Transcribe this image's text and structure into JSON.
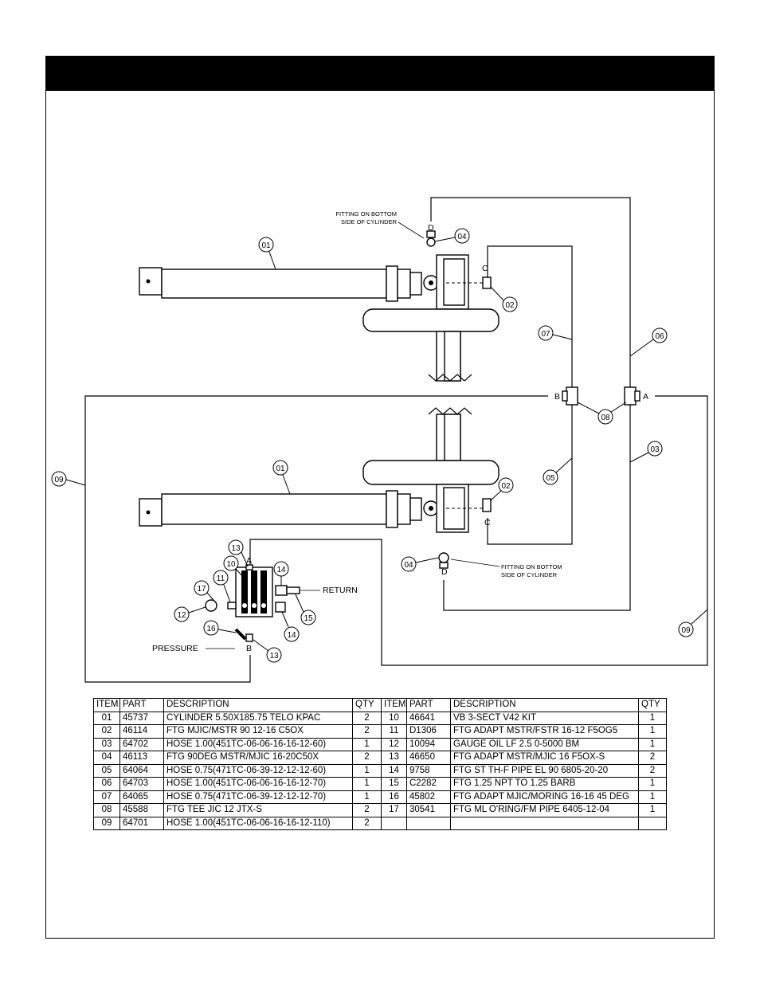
{
  "callouts": {
    "c01": "01",
    "c02": "02",
    "c03": "03",
    "c04": "04",
    "c05": "05",
    "c06": "06",
    "c07": "07",
    "c08": "08",
    "c09": "09",
    "c10": "10",
    "c11": "11",
    "c12": "12",
    "c13": "13",
    "c14": "14",
    "c15": "15",
    "c16": "16",
    "c17": "17"
  },
  "ports": {
    "a": "A",
    "b": "B",
    "c": "C",
    "d": "D"
  },
  "labels": {
    "fitting_line1": "FITTING ON BOTTOM",
    "fitting_line2": "SIDE OF CYLINDER",
    "return": "RETURN",
    "pressure": "PRESSURE"
  },
  "table": {
    "headers": [
      "ITEM",
      "PART",
      "DESCRIPTION",
      "QTY",
      "ITEM",
      "PART",
      "DESCRIPTION",
      "QTY"
    ],
    "rows": [
      [
        "01",
        "45737",
        "CYLINDER 5.50X185.75 TELO KPAC",
        "2",
        "10",
        "46641",
        "VB 3-SECT V42 KIT",
        "1"
      ],
      [
        "02",
        "46114",
        "FTG MJIC/MSTR 90 12-16 C5OX",
        "2",
        "11",
        "D1306",
        "FTG ADAPT MSTR/FSTR 16-12 F5OG5",
        "1"
      ],
      [
        "03",
        "64702",
        "HOSE 1.00(451TC-06-06-16-16-12-60)",
        "1",
        "12",
        "10094",
        "GAUGE OIL LF 2.5 0-5000 BM",
        "1"
      ],
      [
        "04",
        "46113",
        "FTG 90DEG MSTR/MJIC 16-20C50X",
        "2",
        "13",
        "46650",
        "FTG ADAPT MSTR/MJIC 16 F5OX-S",
        "2"
      ],
      [
        "05",
        "64064",
        "HOSE 0.75(471TC-06-39-12-12-12-60)",
        "1",
        "14",
        "9758",
        "FTG ST TH-F PIPE EL 90 6805-20-20",
        "2"
      ],
      [
        "06",
        "64703",
        "HOSE 1.00(451TC-06-06-16-16-12-70)",
        "1",
        "15",
        "C2282",
        "FTG 1.25 NPT TO 1.25 BARB",
        "1"
      ],
      [
        "07",
        "64065",
        "HOSE 0.75(471TC-06-39-12-12-12-70)",
        "1",
        "16",
        "45802",
        "FTG ADAPT MJIC/MORING 16-16 45 DEG",
        "1"
      ],
      [
        "08",
        "45588",
        "FTG TEE JIC 12 JTX-S",
        "2",
        "17",
        "30541",
        "FTG ML O'RING/FM PIPE 6405-12-04",
        "1"
      ],
      [
        "09",
        "64701",
        "HOSE 1.00(451TC-06-06-16-16-12-110)",
        "2",
        "",
        "",
        "",
        ""
      ]
    ]
  }
}
